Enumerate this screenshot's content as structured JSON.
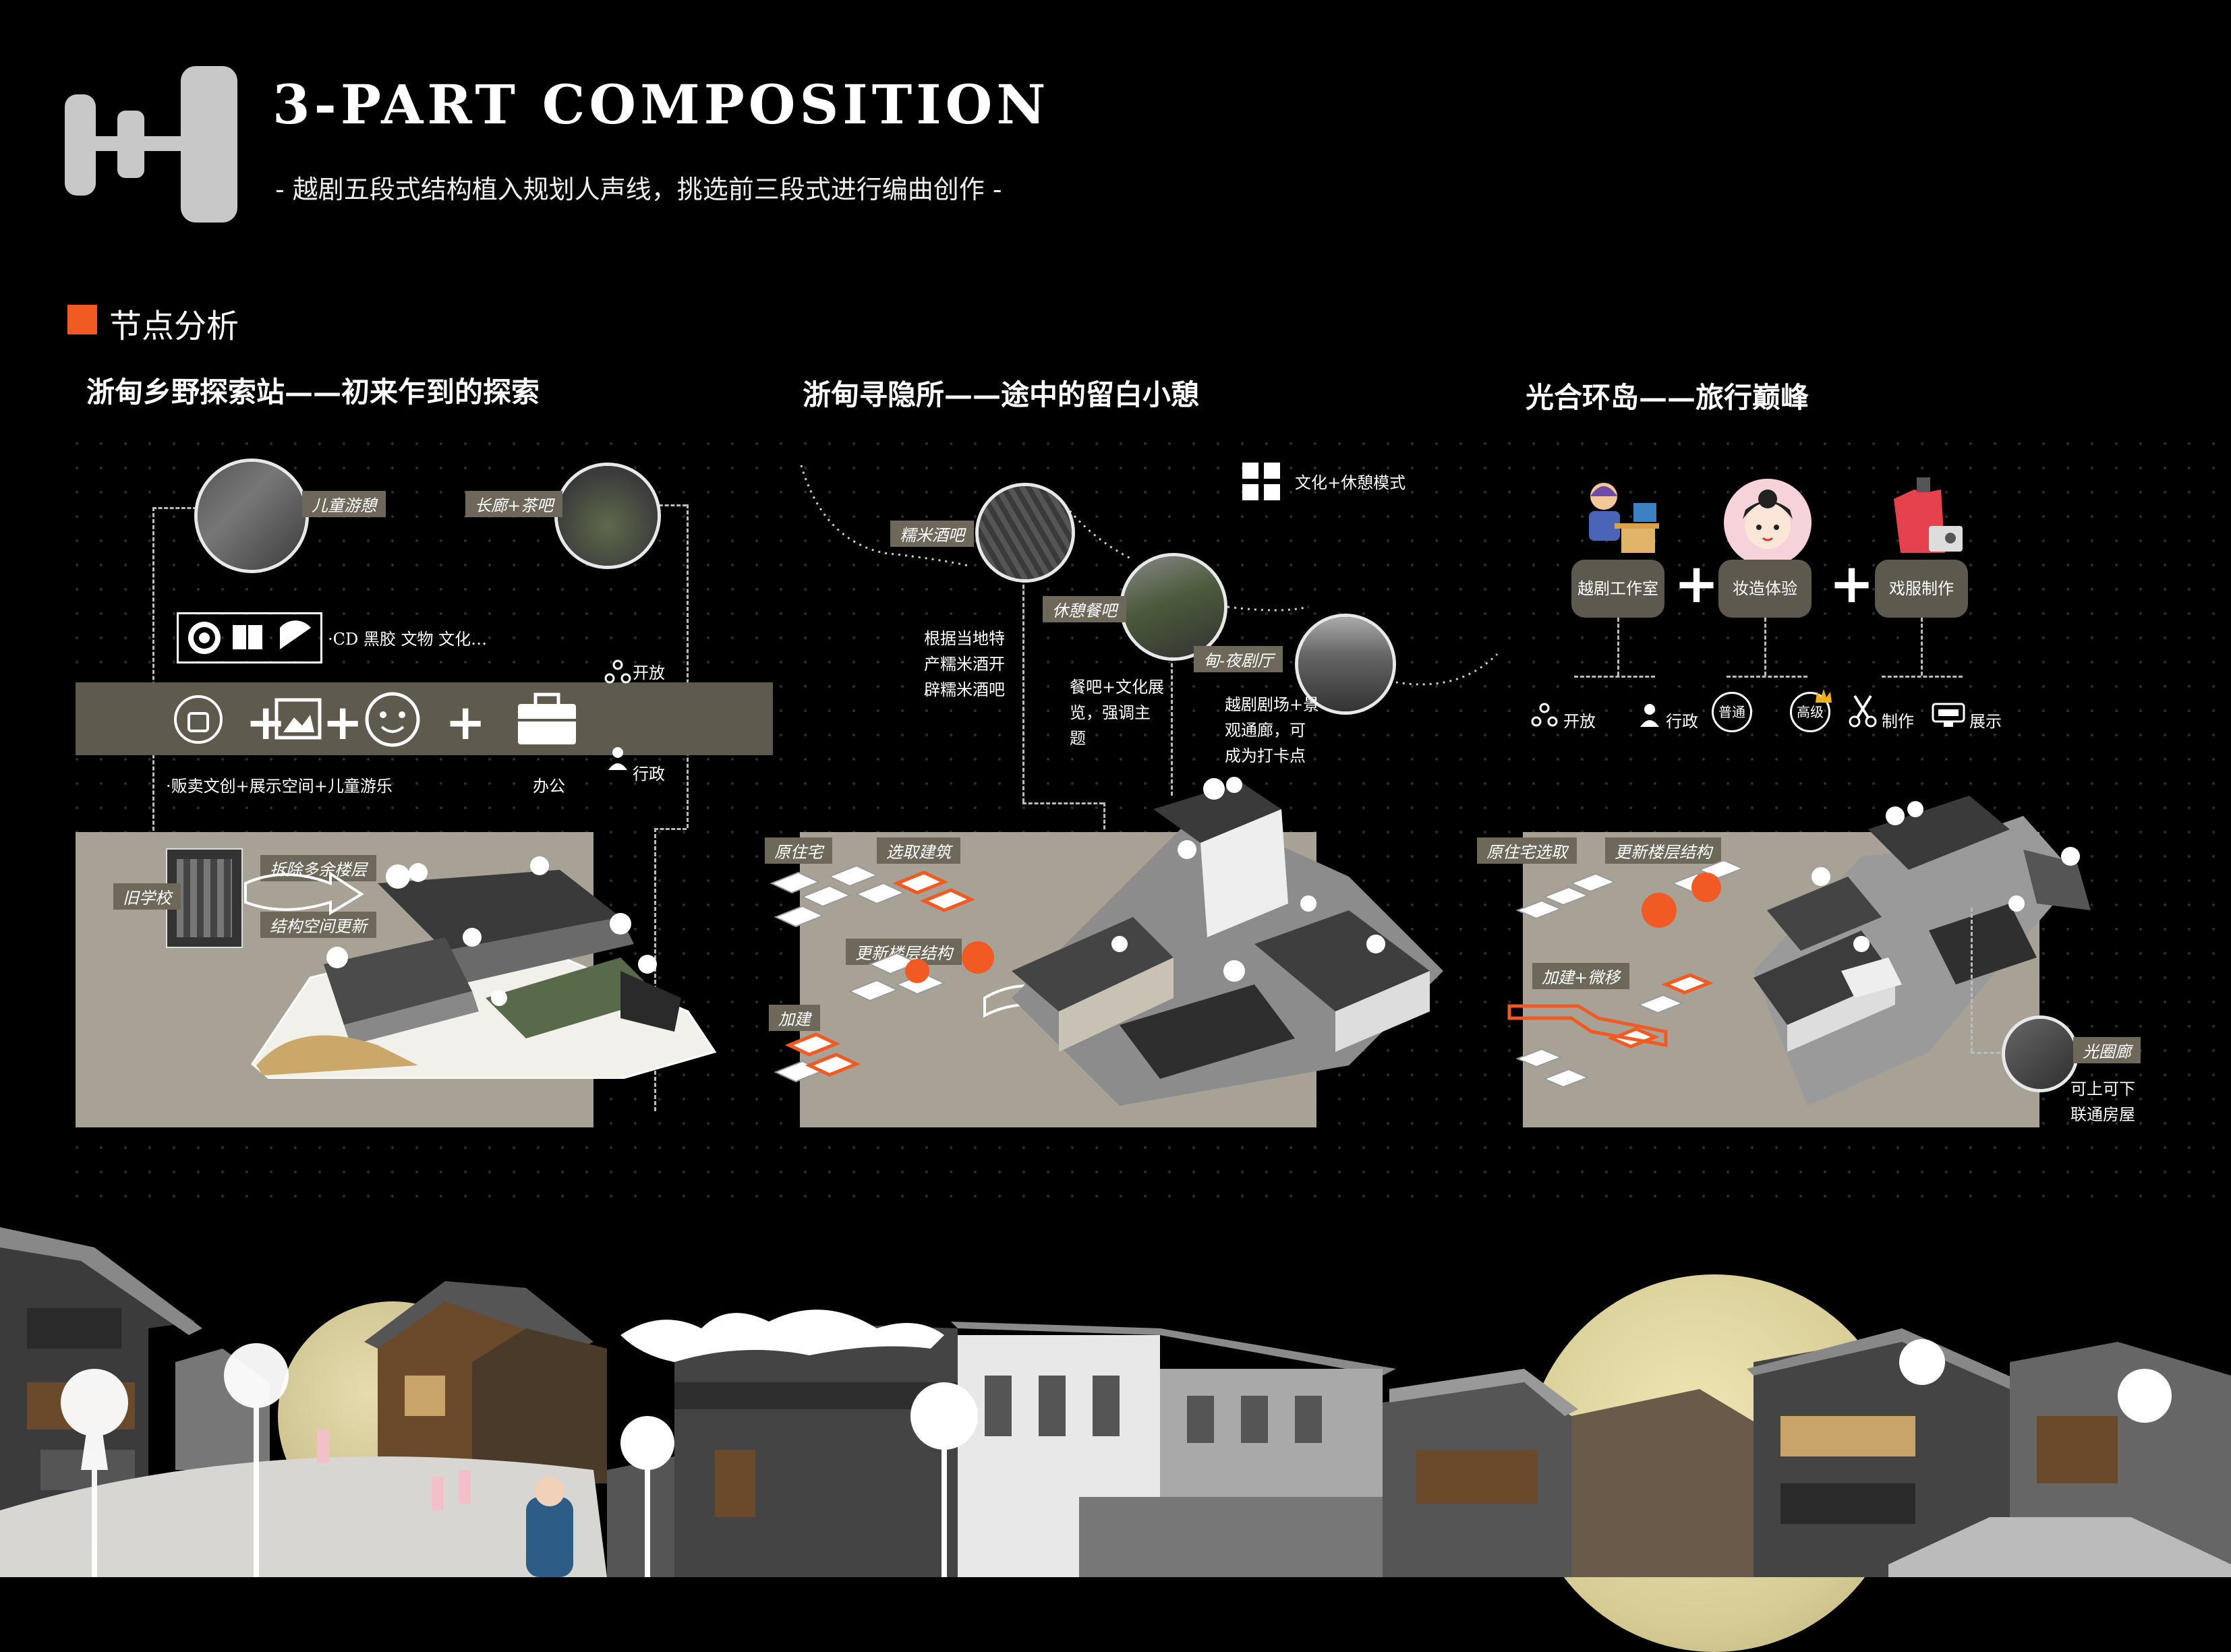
{
  "header": {
    "title": "3-PART COMPOSITION",
    "subtitle": "- 越剧五段式结构植入规划人声线，挑选前三段式进行编曲创作 -"
  },
  "section": {
    "title": "节点分析"
  },
  "node1": {
    "title": "浙甸乡野探索站——初来乍到的探索",
    "circle_labels": [
      "儿童游憩",
      "长廊+茶吧"
    ],
    "collection_label": "·CD 黑胶 文物 文化…",
    "band_left_label": "·贩卖文创+展示空间+儿童游乐",
    "band_right_label": "办公",
    "open_label": "开放",
    "admin_label": "行政",
    "panel_labels": [
      "旧学校",
      "拆除多余楼层",
      "结构空间更新"
    ]
  },
  "node2": {
    "title": "浙甸寻隐所——途中的留白小憩",
    "mode_label": "文化+休憩模式",
    "circle_labels": [
      "糯米酒吧",
      "休憩餐吧",
      "甸-夜剧厅"
    ],
    "text1": [
      "根据当地特",
      "产糯米酒开",
      "辟糯米酒吧"
    ],
    "text2": [
      "餐吧+文化展",
      "览，强调主",
      "题"
    ],
    "text3": [
      "越剧剧场+景",
      "观通廊，可",
      "成为打卡点"
    ],
    "panel_labels": [
      "原住宅",
      "选取建筑",
      "更新楼层结构",
      "加建"
    ]
  },
  "node3": {
    "title": "光合环岛——旅行巅峰",
    "boxes": [
      "越剧工作室",
      "妆造体验",
      "戏服制作"
    ],
    "tags": [
      "开放",
      "行政",
      "普通",
      "高级",
      "制作",
      "展示"
    ],
    "panel_labels": [
      "原住宅选取",
      "更新楼层结构",
      "加建+微移"
    ],
    "corridor_label": "光圈廊",
    "corridor_text": [
      "可上可下",
      "联通房屋"
    ]
  },
  "colors": {
    "accent": "#f15a22",
    "panel": "#a8a296",
    "band": "#5e5a4e",
    "moon": "#d8cfa0"
  }
}
